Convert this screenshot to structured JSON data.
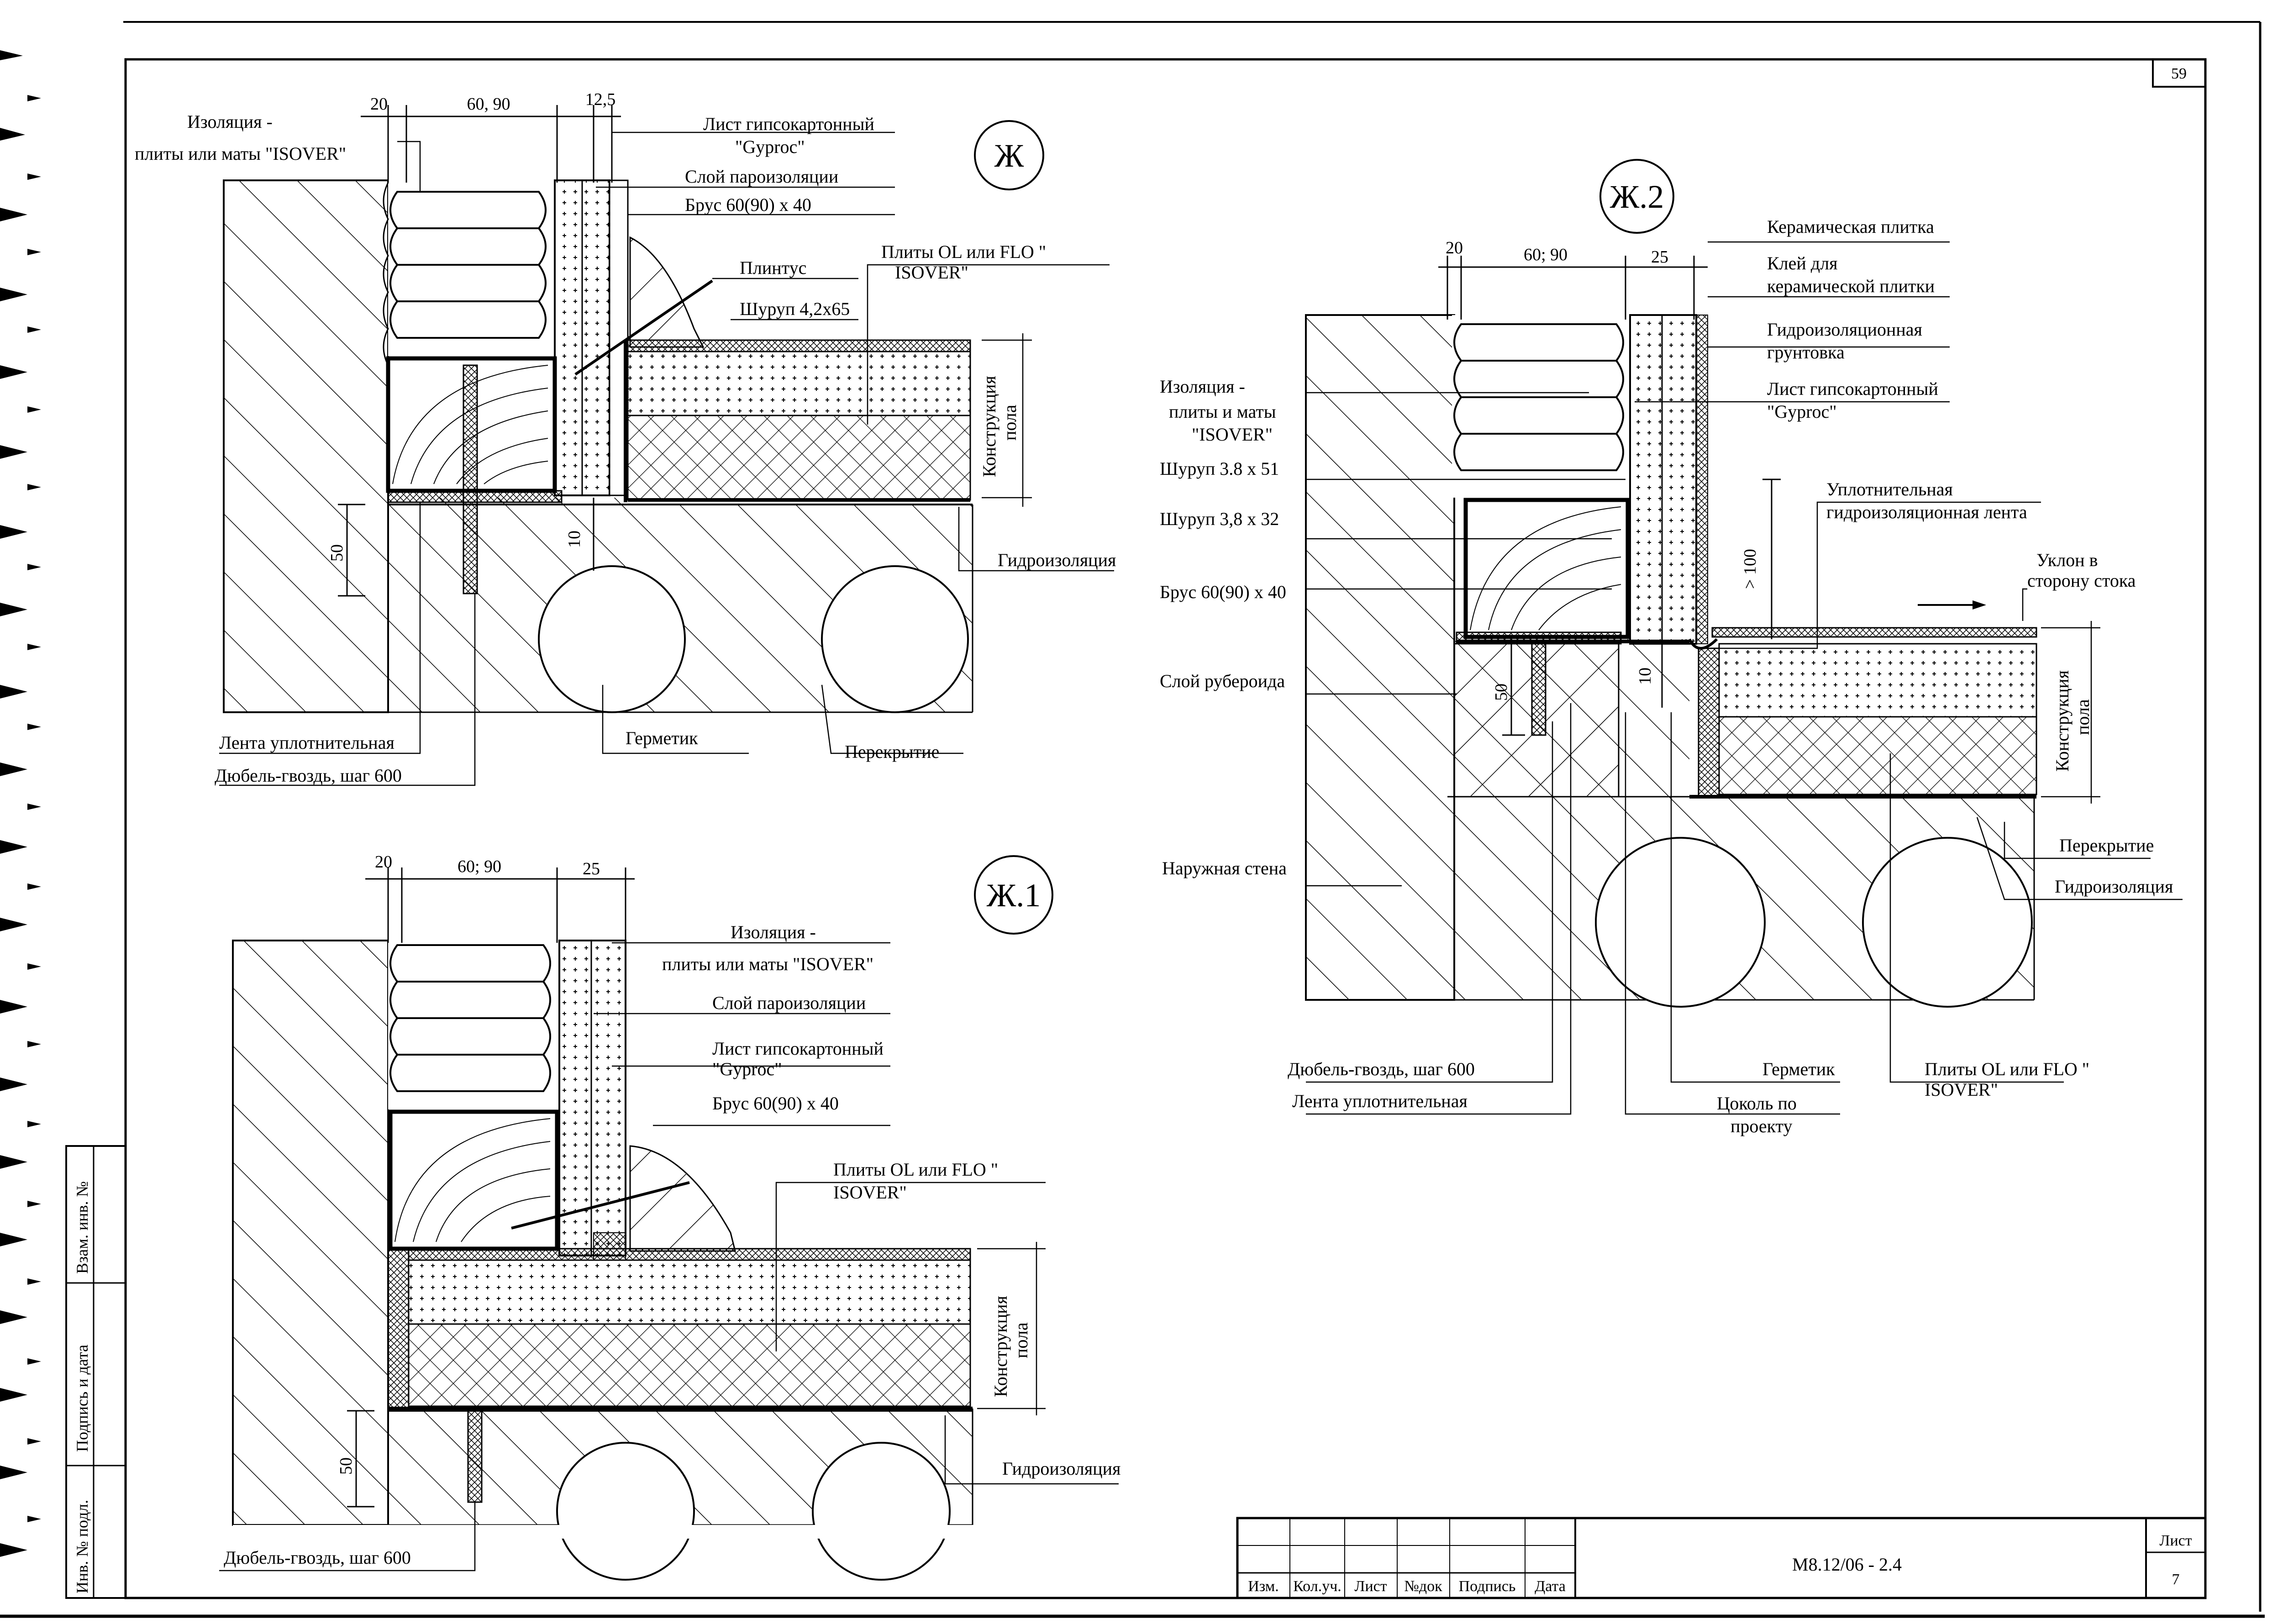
{
  "sheet": {
    "number": "59",
    "code": "М8.12/06 - 2.4",
    "list_label": "Лист",
    "list_number": "7"
  },
  "title_block": {
    "columns": [
      "Изм.",
      "Кол.уч.",
      "Лист",
      "№док",
      "Подпись",
      "Дата"
    ]
  },
  "side_stamp": {
    "cells": [
      "Взам. инв. №",
      "Подпись и дата",
      "Инв. № подл."
    ]
  },
  "details": {
    "zh": {
      "mark": "Ж",
      "dims": [
        "20",
        "60, 90",
        "12,5",
        "50",
        "10"
      ],
      "labels": {
        "insulation_1": "Изоляция -",
        "insulation_2": "плиты или маты \"ISOVER\"",
        "gypsum_1": "Лист гипсокартонный",
        "gypsum_2": "\"Gyproc\"",
        "vapor": "Слой пароизоляции",
        "beam": "Брус 60(90) х 40",
        "plinth": "Плинтус",
        "screw": "Шуруп 4,2х65",
        "plates_1": "Плиты OL или FLO \"",
        "plates_2": "ISOVER\"",
        "floor_1": "Конструкция",
        "floor_2": "пола",
        "waterproof": "Гидроизоляция",
        "tape": "Лента уплотнительная",
        "dowel": "Дюбель-гвоздь, шаг 600",
        "sealant": "Герметик",
        "slab": "Перекрытие"
      }
    },
    "zh1": {
      "mark": "Ж.1",
      "dims": [
        "20",
        "60; 90",
        "25",
        "50"
      ],
      "labels": {
        "insulation_1": "Изоляция -",
        "insulation_2": "плиты или маты \"ISOVER\"",
        "vapor": "Слой пароизоляции",
        "gypsum_1": "Лист гипсокартонный",
        "gypsum_2": "\"Gyproc\"",
        "beam": "Брус 60(90) х 40",
        "plates_1": "Плиты OL или FLO \"",
        "plates_2": "ISOVER\"",
        "floor_1": "Конструкция",
        "floor_2": "пола",
        "waterproof": "Гидроизоляция",
        "dowel": "Дюбель-гвоздь, шаг 600"
      }
    },
    "zh2": {
      "mark": "Ж.2",
      "dims": [
        "20",
        "60; 90",
        "25",
        "> 100",
        "50",
        "10"
      ],
      "labels": {
        "tile": "Керамическая плитка",
        "glue_1": "Клей для",
        "glue_2": "керамической плитки",
        "primer_1": "Гидроизоляционная",
        "primer_2": "грунтовка",
        "gypsum_1": "Лист гипсокартонный",
        "gypsum_2": "\"Gyproc\"",
        "insulation_1": "Изоляция -",
        "insulation_2": "плиты и маты",
        "insulation_3": "\"ISOVER\"",
        "screw_1": "Шуруп 3.8 х 51",
        "screw_2": "Шуруп 3,8 х 32",
        "beam": "Брус 60(90) х 40",
        "seal_tape_1": "Уплотнительная",
        "seal_tape_2": "гидроизоляционная лента",
        "slope_1": "Уклон в",
        "slope_2": "сторону стока",
        "roofing": "Слой рубероида",
        "floor_1": "Конструкция",
        "floor_2": "пола",
        "slab": "Перекрытие",
        "waterproof": "Гидроизоляция",
        "outer_wall": "Наружная стена",
        "dowel": "Дюбель-гвоздь, шаг 600",
        "tape": "Лента уплотнительная",
        "sealant": "Герметик",
        "plinth_1": "Цоколь по",
        "plinth_2": "проекту",
        "plates_1": "Плиты OL или FLO \"",
        "plates_2": "ISOVER\""
      }
    }
  }
}
